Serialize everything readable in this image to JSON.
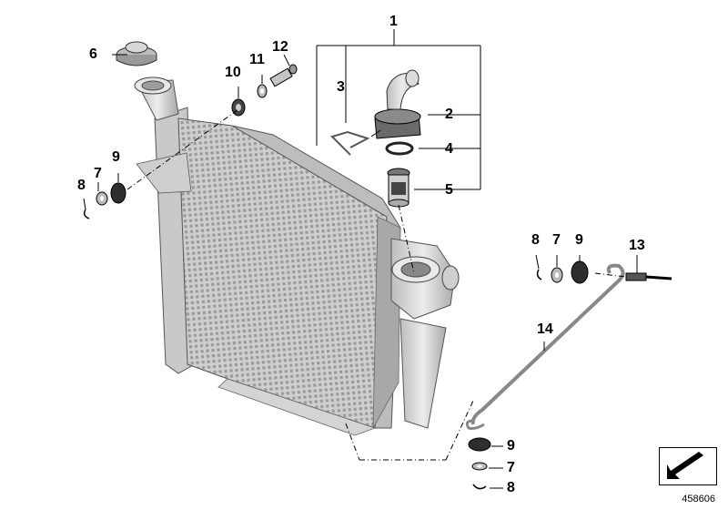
{
  "diagram": {
    "callouts": {
      "c1": "1",
      "c2": "2",
      "c3": "3",
      "c4": "4",
      "c5": "5",
      "c6": "6",
      "c7a": "7",
      "c7b": "7",
      "c7c": "7",
      "c8a": "8",
      "c8b": "8",
      "c8c": "8",
      "c9a": "9",
      "c9b": "9",
      "c9c": "9",
      "c10": "10",
      "c11": "11",
      "c12": "12",
      "c13": "13",
      "c14": "14"
    },
    "footer_id": "458606",
    "colors": {
      "part_fill": "#d7d7d7",
      "part_dark": "#3a3a3a",
      "line": "#000000"
    },
    "nav_icon": "corner-arrow-icon"
  }
}
